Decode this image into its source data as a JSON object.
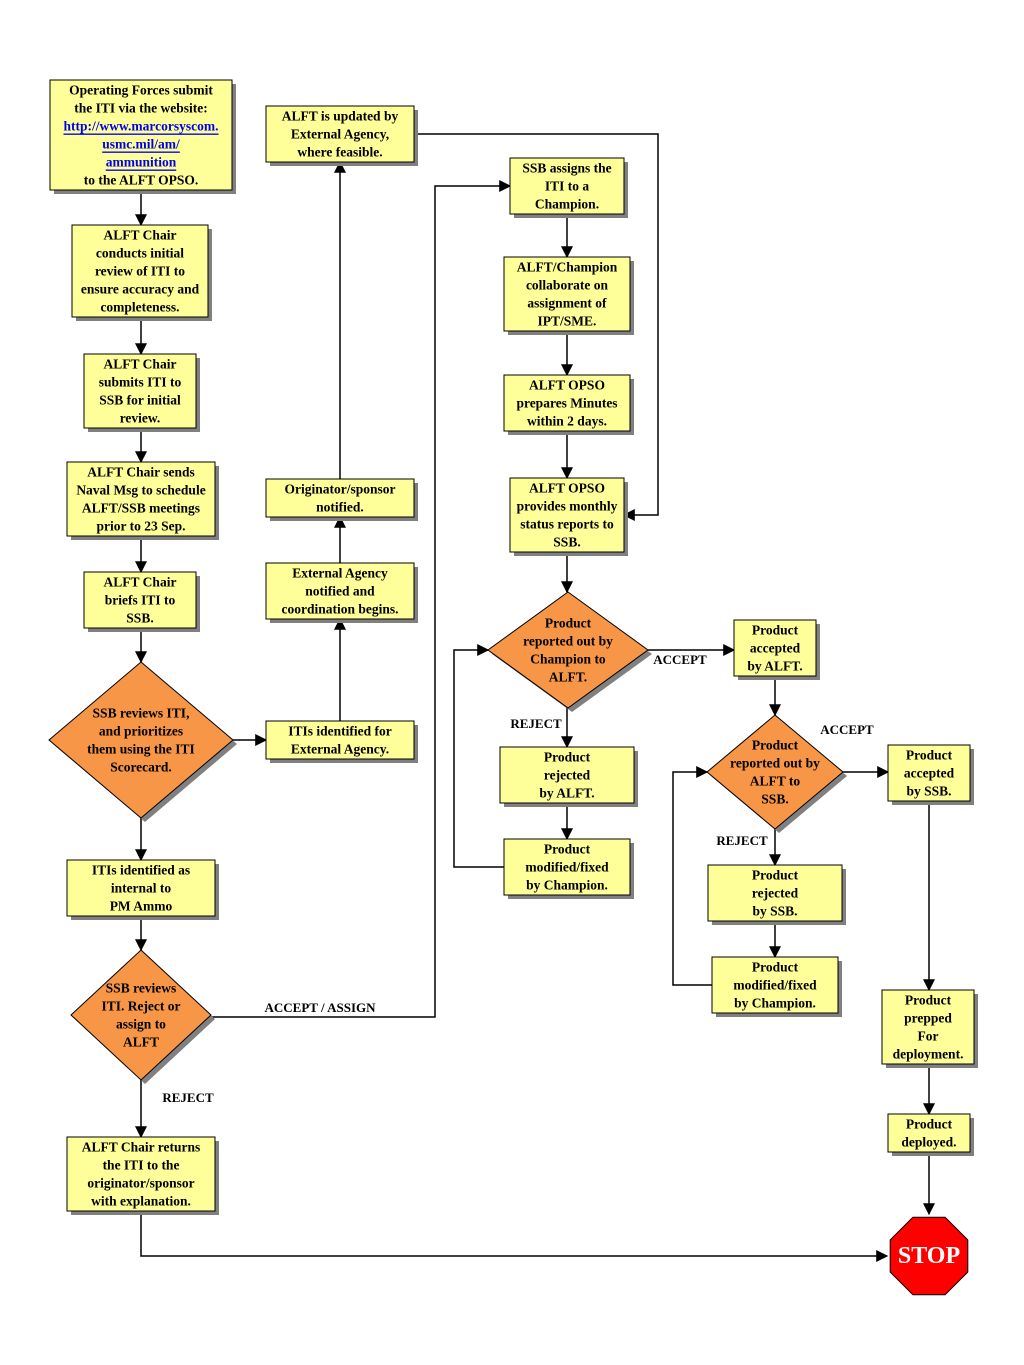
{
  "nodes": {
    "submit": {
      "lines": [
        "Operating Forces submit",
        "the ITI via the website:",
        "http://www.marcorsyscom.",
        "usmc.mil/am/",
        "ammunition",
        "to the ALFT OPSO."
      ]
    },
    "initial_review": {
      "lines": [
        "ALFT Chair",
        "conducts initial",
        "review of ITI to",
        "ensure accuracy and",
        "completeness."
      ]
    },
    "submits_ssb": {
      "lines": [
        "ALFT Chair",
        "submits ITI to",
        "SSB for initial",
        "review."
      ]
    },
    "naval_msg": {
      "lines": [
        "ALFT Chair sends",
        "Naval Msg to schedule",
        "ALFT/SSB meetings",
        "prior to 23 Sep."
      ]
    },
    "briefs": {
      "lines": [
        "ALFT Chair",
        "briefs ITI to",
        "SSB."
      ]
    },
    "ssb_prioritize": {
      "lines": [
        "SSB reviews ITI,",
        "and prioritizes",
        "them using the ITI",
        "Scorecard."
      ]
    },
    "internal": {
      "lines": [
        "ITIs identified as",
        "internal to",
        "PM Ammo"
      ]
    },
    "ssb_reject_assign": {
      "lines": [
        "SSB reviews",
        "ITI. Reject or",
        "assign to",
        "ALFT"
      ]
    },
    "returns": {
      "lines": [
        "ALFT Chair returns",
        "the ITI to the",
        "originator/sponsor",
        "with explanation."
      ]
    },
    "external_identified": {
      "lines": [
        "ITIs identified for",
        "External Agency."
      ]
    },
    "external_notified": {
      "lines": [
        "External Agency",
        "notified and",
        "coordination begins."
      ]
    },
    "originator_notified": {
      "lines": [
        "Originator/sponsor",
        "notified."
      ]
    },
    "alft_updated": {
      "lines": [
        "ALFT is updated by",
        "External Agency,",
        "where feasible."
      ]
    },
    "ssb_assigns": {
      "lines": [
        "SSB assigns the",
        "ITI to a",
        "Champion."
      ]
    },
    "collaborate": {
      "lines": [
        "ALFT/Champion",
        "collaborate on",
        "assignment of",
        "IPT/SME."
      ]
    },
    "minutes": {
      "lines": [
        "ALFT OPSO",
        "prepares Minutes",
        "within 2 days."
      ]
    },
    "monthly": {
      "lines": [
        "ALFT OPSO",
        "provides monthly",
        "status reports to",
        "SSB."
      ]
    },
    "reported_alft": {
      "lines": [
        "Product",
        "reported out by",
        "Champion to",
        "ALFT."
      ]
    },
    "rejected_alft": {
      "lines": [
        "Product",
        "rejected",
        "by ALFT."
      ]
    },
    "modified_1": {
      "lines": [
        "Product",
        "modified/fixed",
        "by Champion."
      ]
    },
    "accepted_alft": {
      "lines": [
        "Product",
        "accepted",
        "by ALFT."
      ]
    },
    "reported_ssb": {
      "lines": [
        "Product",
        "reported out by",
        "ALFT to",
        "SSB."
      ]
    },
    "rejected_ssb": {
      "lines": [
        "Product",
        "rejected",
        "by SSB."
      ]
    },
    "modified_2": {
      "lines": [
        "Product",
        "modified/fixed",
        "by Champion."
      ]
    },
    "accepted_ssb": {
      "lines": [
        "Product",
        "accepted",
        "by SSB."
      ]
    },
    "prepped": {
      "lines": [
        "Product",
        "prepped",
        "For",
        "deployment."
      ]
    },
    "deployed": {
      "lines": [
        "Product",
        "deployed."
      ]
    },
    "stop": {
      "lines": [
        "STOP"
      ]
    }
  },
  "edge_labels": {
    "accept_assign": "ACCEPT / ASSIGN",
    "reject_main": "REJECT",
    "accept_1": "ACCEPT",
    "reject_1": "REJECT",
    "accept_2": "ACCEPT",
    "reject_2": "REJECT"
  },
  "colors": {
    "box_fill": "#ffff99",
    "decision_fill": "#f79646",
    "stop_fill": "#ff0000",
    "link": "#0000ee"
  }
}
